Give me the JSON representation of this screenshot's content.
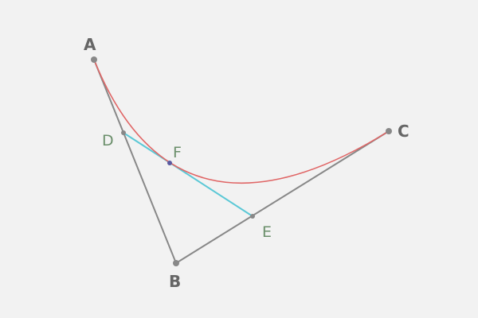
{
  "points": {
    "A": {
      "label": "A"
    },
    "B": {
      "label": "B"
    },
    "C": {
      "label": "C"
    },
    "D": {
      "label": "D"
    },
    "E": {
      "label": "E"
    },
    "F": {
      "label": "F"
    }
  },
  "colors": {
    "background": "#f2f2f2",
    "control_segments": "#888888",
    "interpolated_segment": "#5bc8d6",
    "curve": "#e06666",
    "main_label": "#666666",
    "secondary_label": "#6b8f6b",
    "point_F": "#5a5aa0"
  }
}
